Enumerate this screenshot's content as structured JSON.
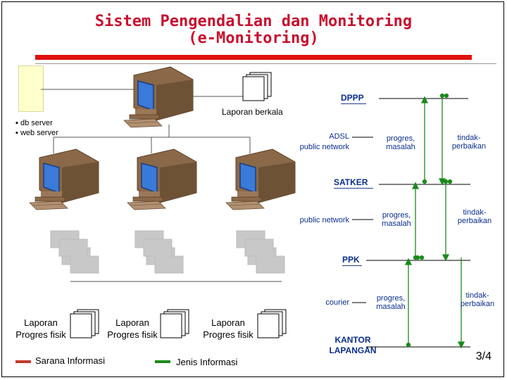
{
  "title": {
    "line1": "Sistem Pengendalian dan Monitoring",
    "line2": "(e-Monitoring)"
  },
  "labels": {
    "laporan_berkala": "Laporan berkala",
    "db_server": "▪ db server",
    "web_server": "▪ web server",
    "adsl": "ADSL",
    "public_network_1": "public network",
    "public_network_2": "public network",
    "courier": "courier",
    "progres_1": "progres,",
    "masalah_1": "masalah",
    "progres_2": "progres,",
    "masalah_2": "masalah",
    "progres_3": "progres,",
    "masalah_3": "masalah",
    "tindak_1": "tindak-",
    "perbaikan_1": "perbaikan",
    "tindak_2": "tindak-",
    "perbaikan_2": "perbaikan",
    "tindak_3": "tindak-",
    "perbaikan_3": "perbaikan"
  },
  "levels": {
    "dppp": "DPPP",
    "satker": "SATKER",
    "ppk": "PPK",
    "kantor_line1": "KANTOR",
    "kantor_line2": "LAPANGAN"
  },
  "laporan_progres": [
    {
      "line1": "Laporan",
      "line2": "Progres fisik"
    },
    {
      "line1": "Laporan",
      "line2": "Progres fisik"
    },
    {
      "line1": "Laporan",
      "line2": "Progres fisik"
    }
  ],
  "legend": [
    {
      "label": "Sarana Informasi",
      "color": "#c0392b"
    },
    {
      "label": "Jenis Informasi",
      "color": "#1a8a1a"
    }
  ],
  "page_number": "3/4",
  "colors": {
    "title": "#c8102e",
    "level_text": "#0a2e8a",
    "arrow": "#1a8a1a",
    "screen": "#3a7ad8",
    "monitor_body": "#8a6848"
  }
}
